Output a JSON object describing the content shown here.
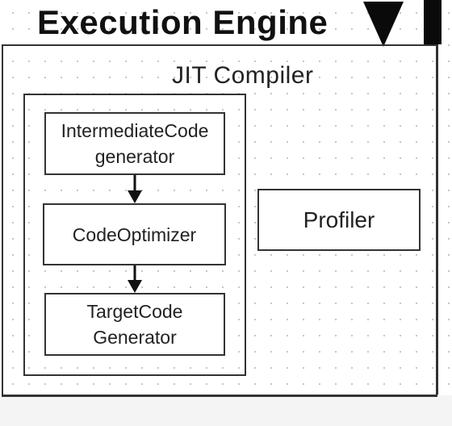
{
  "diagram": {
    "title": "Execution Engine",
    "jit_compiler": {
      "label": "JIT Compiler",
      "steps": [
        {
          "line1": "IntermediateCode",
          "line2": "generator"
        },
        {
          "line1": "CodeOptimizer",
          "line2": ""
        },
        {
          "line1": "TargetCode",
          "line2": "Generator"
        }
      ]
    },
    "profiler": {
      "label": "Profiler"
    }
  },
  "icons": {
    "marker": "triangle-down-icon"
  },
  "colors": {
    "stroke": "#333333",
    "text": "#222222",
    "grid_dot": "#c4c4c4"
  }
}
